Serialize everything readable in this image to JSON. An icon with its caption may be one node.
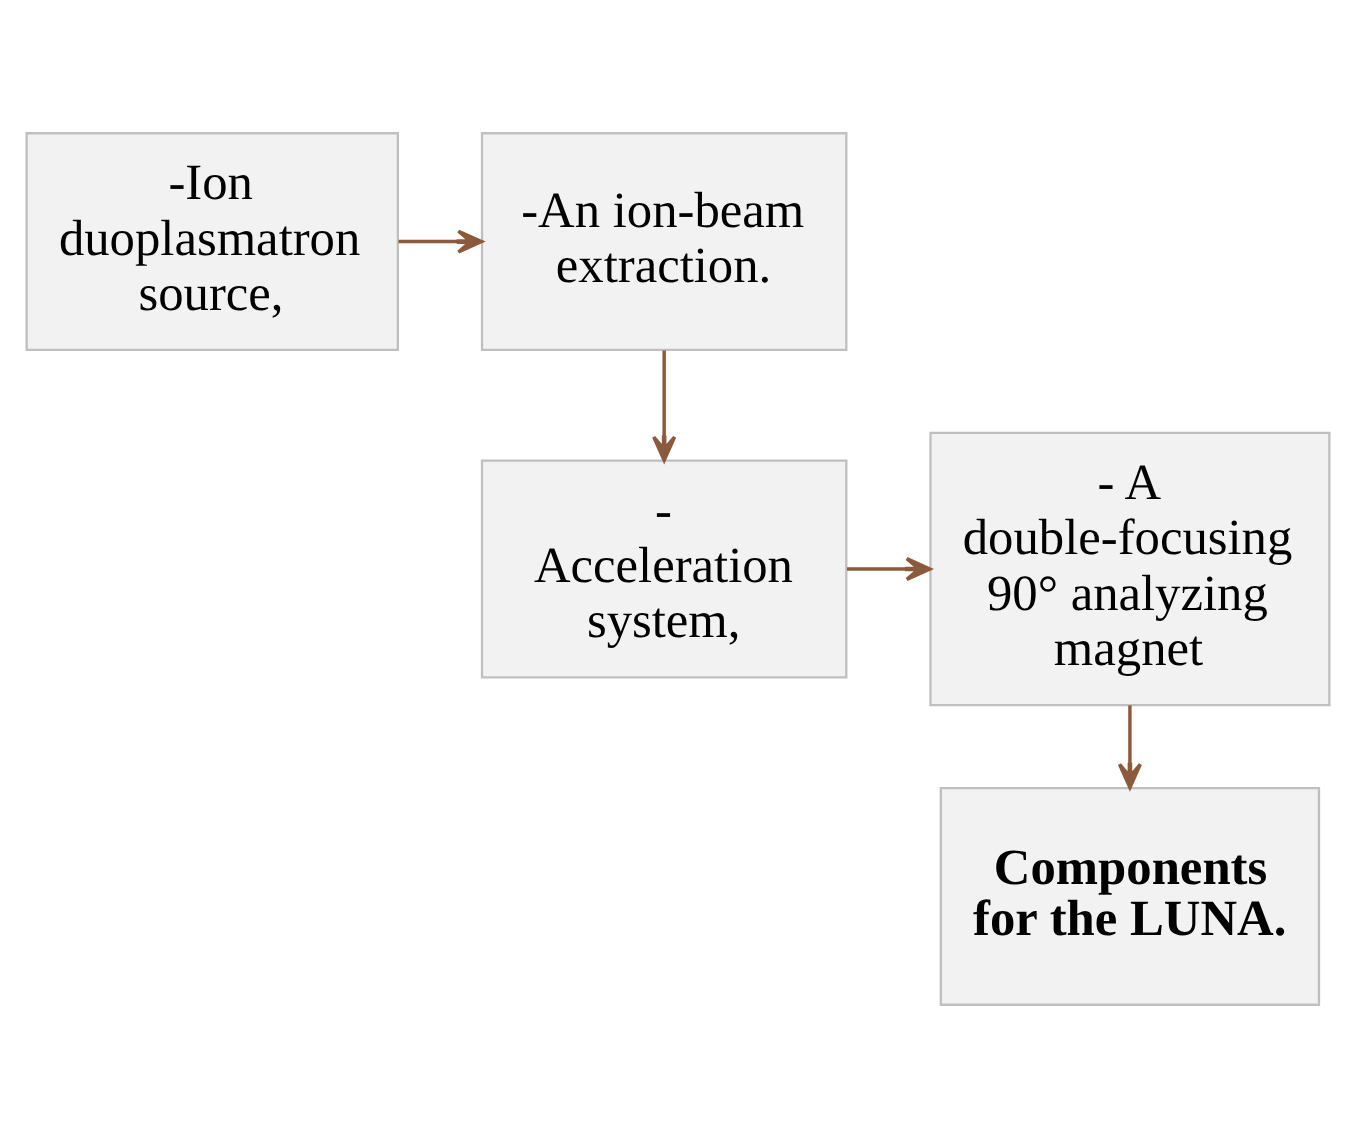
{
  "diagram": {
    "nodes": [
      {
        "text": [
          "-Ion duoplasmatron source,"
        ]
      },
      {
        "text": [
          "-An ion-beam extraction."
        ]
      },
      {
        "text": [
          "- Acceleration system,"
        ]
      },
      {
        "text": [
          "- A double-focusing 90° analyzing magnet"
        ]
      },
      {
        "text": [
          "Components for the LUNA."
        ]
      }
    ],
    "edges": [
      {
        "from": 0,
        "to": 1,
        "arrow": "to"
      },
      {
        "from": 1,
        "to": 2,
        "arrow": "to"
      },
      {
        "from": 2,
        "to": 3,
        "arrow": "to"
      },
      {
        "from": 3,
        "to": 4,
        "arrow": "to"
      }
    ]
  }
}
